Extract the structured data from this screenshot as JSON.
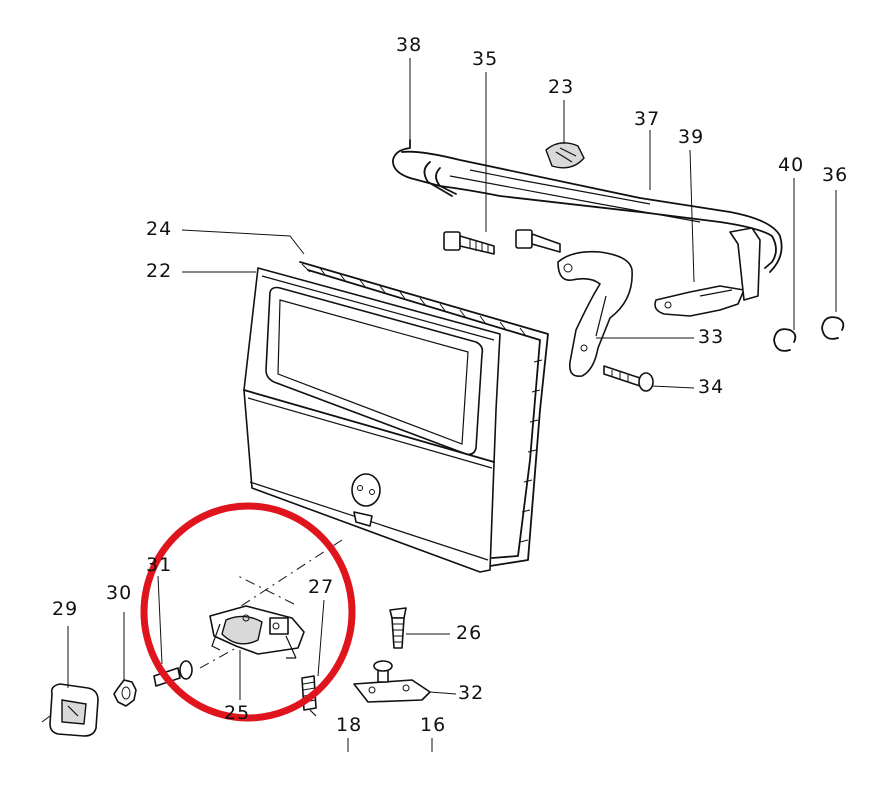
{
  "diagram": {
    "highlight_color": "#e0141c",
    "line_color": "#111111",
    "callouts": [
      {
        "id": "38",
        "text": "38"
      },
      {
        "id": "35",
        "text": "35"
      },
      {
        "id": "23",
        "text": "23"
      },
      {
        "id": "37",
        "text": "37"
      },
      {
        "id": "39",
        "text": "39"
      },
      {
        "id": "40",
        "text": "40"
      },
      {
        "id": "36",
        "text": "36"
      },
      {
        "id": "24",
        "text": "24"
      },
      {
        "id": "22",
        "text": "22"
      },
      {
        "id": "33",
        "text": "33"
      },
      {
        "id": "34",
        "text": "34"
      },
      {
        "id": "31",
        "text": "31"
      },
      {
        "id": "30",
        "text": "30"
      },
      {
        "id": "29",
        "text": "29"
      },
      {
        "id": "27",
        "text": "27"
      },
      {
        "id": "26",
        "text": "26"
      },
      {
        "id": "25",
        "text": "25"
      },
      {
        "id": "32",
        "text": "32"
      },
      {
        "id": "18",
        "text": "18"
      },
      {
        "id": "16",
        "text": "16"
      }
    ]
  }
}
